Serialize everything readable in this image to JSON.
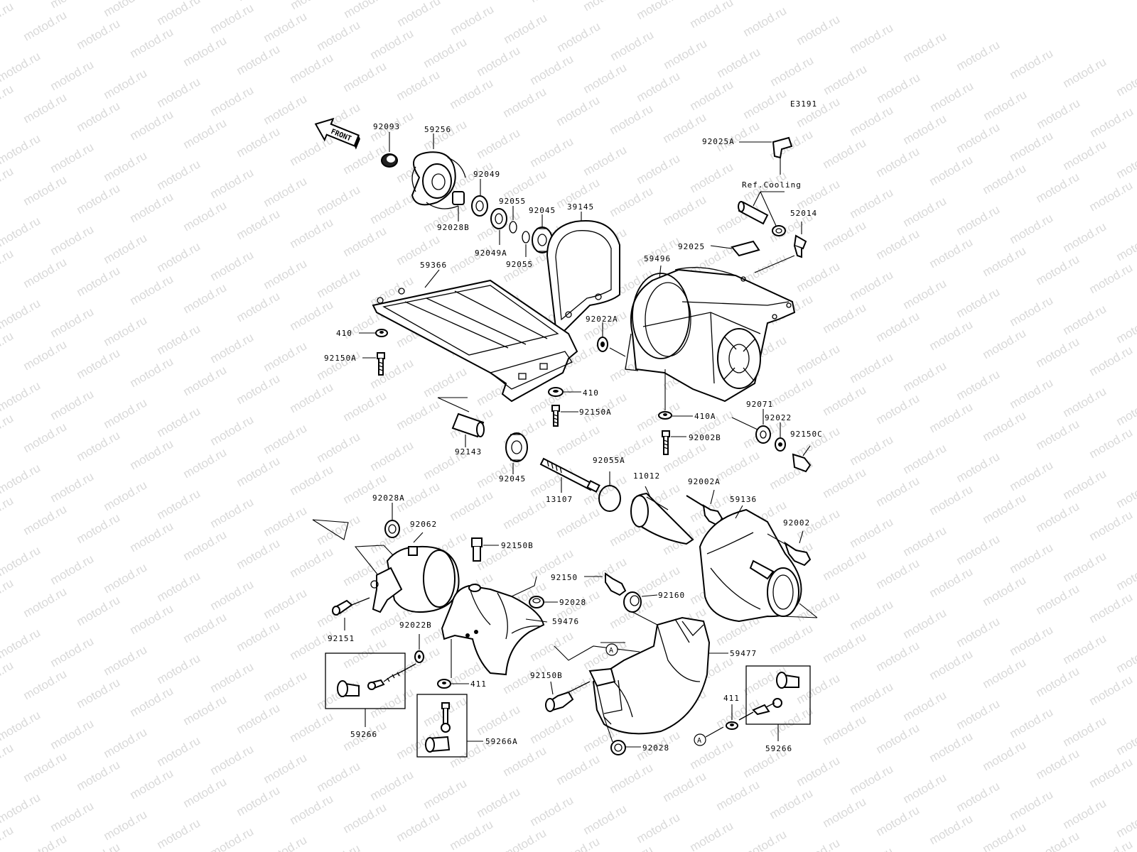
{
  "watermark": "motod.ru",
  "diagram_code": "E3191",
  "front_arrow": "FRONT",
  "ref_note": "Ref.Cooling",
  "callout_A": "A",
  "labels": {
    "p92093": "92093",
    "p59256": "59256",
    "p92049": "92049",
    "p92055a": "92055",
    "p92028b": "92028B",
    "p92049a": "92049A",
    "p92045a": "92045",
    "p92055b": "92055",
    "p39145": "39145",
    "p92025a": "92025A",
    "p52014": "52014",
    "p92025": "92025",
    "p59496": "59496",
    "p59366": "59366",
    "p410a": "410",
    "p92150a1": "92150A",
    "p92022a": "92022A",
    "p410b": "410",
    "p92150a2": "92150A",
    "p92143": "92143",
    "p92045b": "92045",
    "p410A": "410A",
    "p92071": "92071",
    "p92022": "92022",
    "p92002b": "92002B",
    "p92150c": "92150C",
    "p92055A": "92055A",
    "p11012": "11012",
    "p92002A": "92002A",
    "p13107": "13107",
    "p59136": "59136",
    "p92002": "92002",
    "p92028A": "92028A",
    "p92062": "92062",
    "p92150B1": "92150B",
    "p92150": "92150",
    "p92160": "92160",
    "p92028a": "92028",
    "p59476": "59476",
    "p92151": "92151",
    "p92022B": "92022B",
    "p59477": "59477",
    "p411a": "411",
    "p92150B2": "92150B",
    "p411b": "411",
    "p59266a": "59266",
    "p59266A": "59266A",
    "p92028b2": "92028",
    "p59266b": "59266"
  }
}
